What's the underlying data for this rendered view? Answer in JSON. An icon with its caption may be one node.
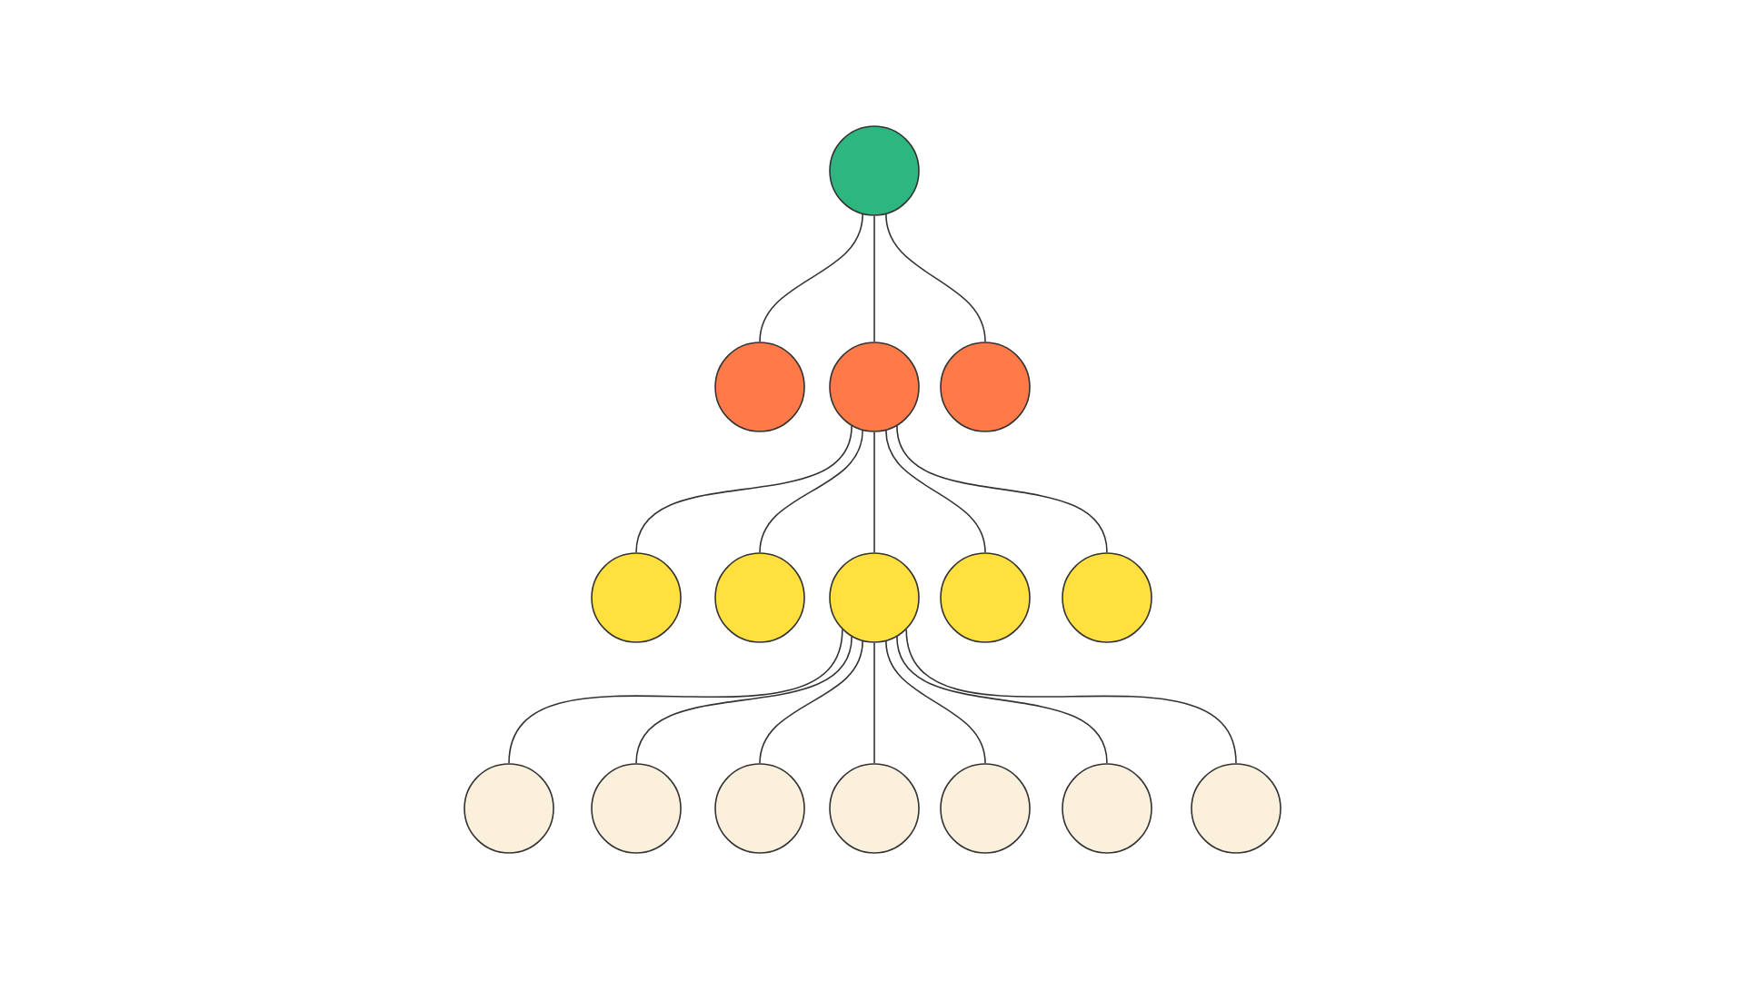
{
  "diagram": {
    "nodes": [
      {
        "text": [],
        "shape": "circle"
      },
      {
        "text": [],
        "shape": "circle"
      },
      {
        "text": [],
        "shape": "circle"
      },
      {
        "text": [],
        "shape": "circle"
      },
      {
        "text": [],
        "shape": "circle"
      },
      {
        "text": [],
        "shape": "circle"
      },
      {
        "text": [],
        "shape": "circle"
      },
      {
        "text": [],
        "shape": "circle"
      },
      {
        "text": [],
        "shape": "circle"
      },
      {
        "text": [],
        "shape": "circle"
      },
      {
        "text": [],
        "shape": "circle"
      },
      {
        "text": [],
        "shape": "circle"
      },
      {
        "text": [],
        "shape": "circle"
      },
      {
        "text": [],
        "shape": "circle"
      },
      {
        "text": [],
        "shape": "circle"
      },
      {
        "text": [],
        "shape": "circle"
      }
    ],
    "edges": [
      {
        "from": 0,
        "to": 1,
        "arrow": "none"
      },
      {
        "from": 0,
        "to": 2,
        "arrow": "none"
      },
      {
        "from": 0,
        "to": 3,
        "arrow": "none"
      },
      {
        "from": 2,
        "to": 4,
        "arrow": "none"
      },
      {
        "from": 2,
        "to": 5,
        "arrow": "none"
      },
      {
        "from": 2,
        "to": 6,
        "arrow": "none"
      },
      {
        "from": 2,
        "to": 7,
        "arrow": "none"
      },
      {
        "from": 2,
        "to": 8,
        "arrow": "none"
      },
      {
        "from": 6,
        "to": 9,
        "arrow": "none"
      },
      {
        "from": 6,
        "to": 10,
        "arrow": "none"
      },
      {
        "from": 6,
        "to": 11,
        "arrow": "none"
      },
      {
        "from": 6,
        "to": 12,
        "arrow": "none"
      },
      {
        "from": 6,
        "to": 13,
        "arrow": "none"
      },
      {
        "from": 6,
        "to": 14,
        "arrow": "none"
      },
      {
        "from": 6,
        "to": 15,
        "arrow": "none"
      }
    ]
  }
}
